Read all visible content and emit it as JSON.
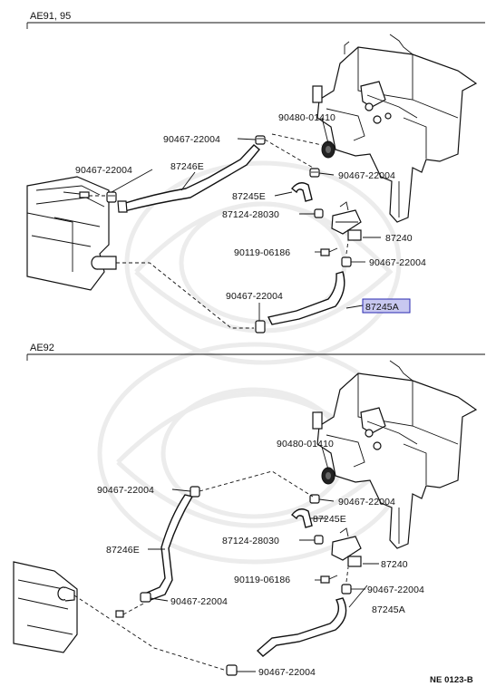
{
  "sections": {
    "top": {
      "title": "AE91, 95",
      "labels": {
        "l1": "90480-01410",
        "l2": "90467-22004",
        "l3": "90467-22004",
        "l4": "87246E",
        "l5": "90467-22004",
        "l6": "87245E",
        "l7": "87124-28030",
        "l8": "87240",
        "l9": "90119-06186",
        "l10": "90467-22004",
        "l11": "87245A",
        "l12": "90467-22004"
      }
    },
    "bottom": {
      "title": "AE92",
      "labels": {
        "l1": "90480-01410",
        "l2": "90467-22004",
        "l3": "90467-22004",
        "l4": "87245E",
        "l5": "87246E",
        "l6": "87124-28030",
        "l7": "87240",
        "l8": "90119-06186",
        "l9": "90467-22004",
        "l10": "87245A",
        "l11": "90467-22004",
        "l12": "90467-22004"
      }
    }
  },
  "footer": {
    "code": "NE 0123-B"
  },
  "colors": {
    "highlight_fill": "#c8c8f0",
    "highlight_stroke": "#2a2ab0",
    "ink": "#111111"
  }
}
